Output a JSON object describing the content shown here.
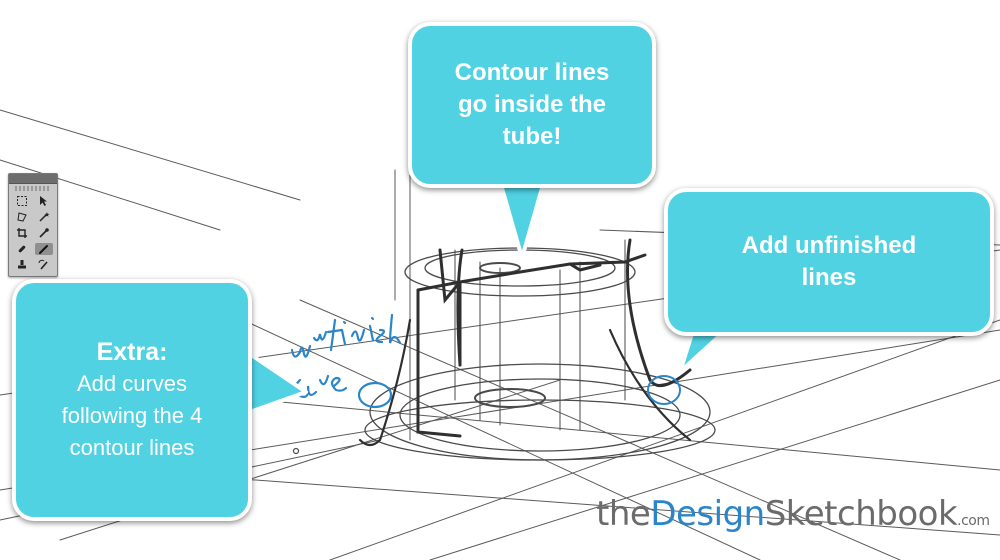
{
  "callouts": {
    "top": {
      "lines": [
        "Contour lines",
        "go inside the",
        "tube!"
      ]
    },
    "right": {
      "lines": [
        "Add unfinished",
        "lines"
      ]
    },
    "left": {
      "title": "Extra:",
      "lines": [
        "Add curves",
        "following the 4",
        "contour lines"
      ]
    }
  },
  "watermark": {
    "prefix": "the",
    "accent": "Design",
    "name": "Sketchbook",
    "suffix": ".com"
  },
  "colors": {
    "callout": "#50d2e3",
    "ink": "#2f2f2f",
    "annotation": "#2a86c9"
  },
  "tool_icons": [
    "marquee-icon",
    "move-icon",
    "lasso-icon",
    "magic-wand-icon",
    "crop-icon",
    "eyedropper-icon",
    "healing-brush-icon",
    "brush-icon",
    "stamp-icon",
    "history-brush-icon"
  ]
}
